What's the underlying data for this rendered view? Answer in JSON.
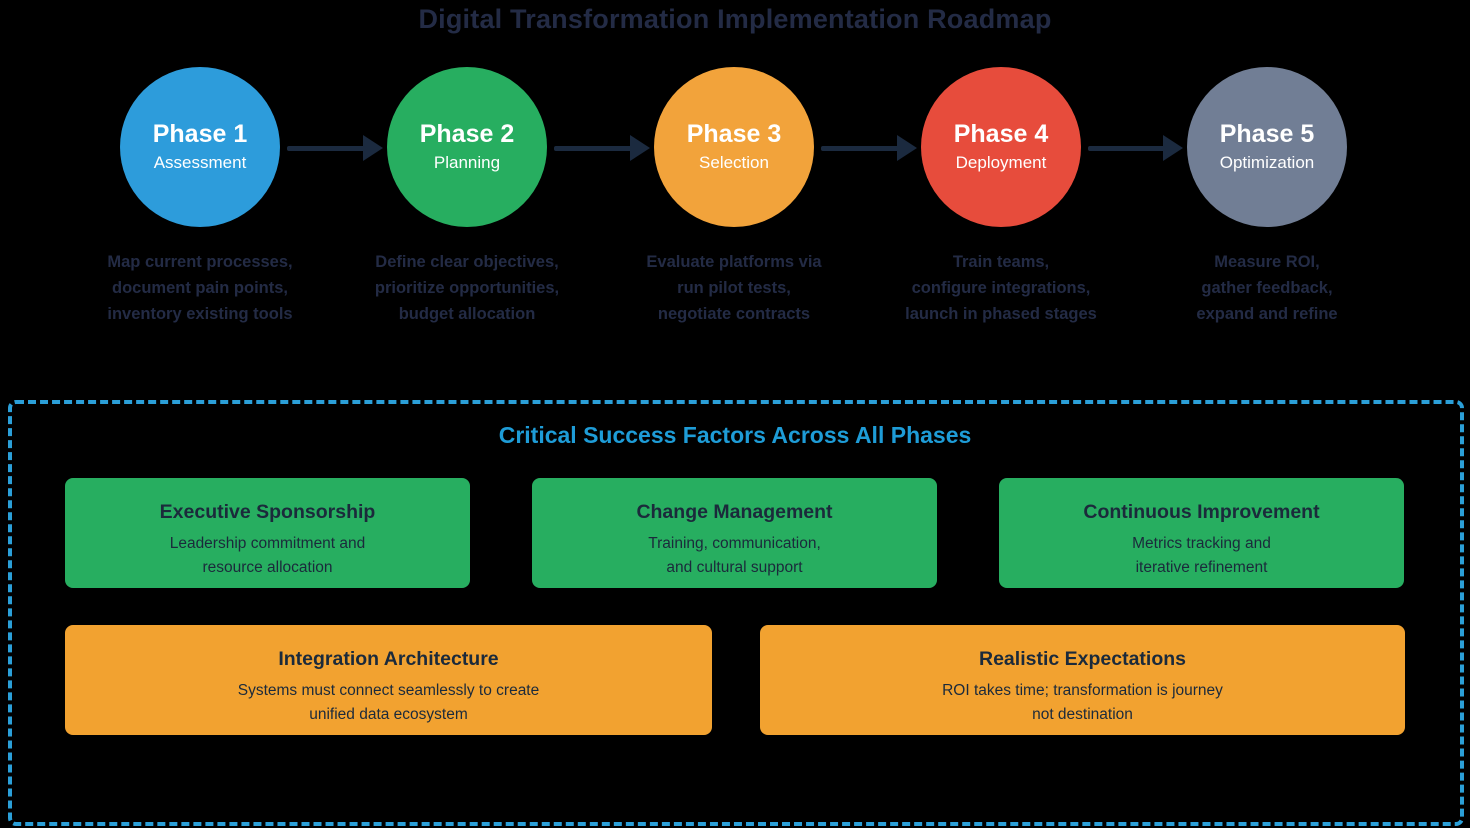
{
  "title": "Digital Transformation Implementation Roadmap",
  "colors": {
    "background": "#000000",
    "title_text": "#232B45",
    "arrow": "#1B2A3F",
    "panel_border": "#2B9FD8",
    "section_title_text": "#1E9CD7",
    "green_box": "#27AE60",
    "orange_box": "#F2A230",
    "box_text": "#1B2A3B"
  },
  "phases": [
    {
      "name": "Phase 1",
      "label": "Assessment",
      "color": "#2D9CDB",
      "desc_lines": [
        "Map current processes,",
        "document pain points,",
        "inventory existing tools"
      ]
    },
    {
      "name": "Phase 2",
      "label": "Planning",
      "color": "#27AE60",
      "desc_lines": [
        "Define clear objectives,",
        "prioritize opportunities,",
        "budget allocation"
      ]
    },
    {
      "name": "Phase 3",
      "label": "Selection",
      "color": "#F2A33B",
      "desc_lines": [
        "Evaluate platforms via",
        "run pilot tests,",
        "negotiate contracts"
      ]
    },
    {
      "name": "Phase 4",
      "label": "Deployment",
      "color": "#E74C3C",
      "desc_lines": [
        "Train teams,",
        "configure integrations,",
        "launch in phased stages"
      ]
    },
    {
      "name": "Phase 5",
      "label": "Optimization",
      "color": "#717E95",
      "desc_lines": [
        "Measure ROI,",
        "gather feedback,",
        "expand and refine"
      ]
    }
  ],
  "success": {
    "title": "Critical Success Factors Across All Phases",
    "factors": [
      {
        "title": "Executive Sponsorship",
        "lines": [
          "Leadership commitment and",
          "resource allocation"
        ],
        "color": "#27AE60"
      },
      {
        "title": "Change Management",
        "lines": [
          "Training, communication,",
          "and cultural support"
        ],
        "color": "#27AE60"
      },
      {
        "title": "Continuous Improvement",
        "lines": [
          "Metrics tracking and",
          "iterative refinement"
        ],
        "color": "#27AE60"
      },
      {
        "title": "Integration Architecture",
        "lines": [
          "Systems must connect seamlessly to create",
          "unified data ecosystem"
        ],
        "color": "#F2A230"
      },
      {
        "title": "Realistic Expectations",
        "lines": [
          "ROI takes time; transformation is journey",
          "not destination"
        ],
        "color": "#F2A230"
      }
    ]
  }
}
